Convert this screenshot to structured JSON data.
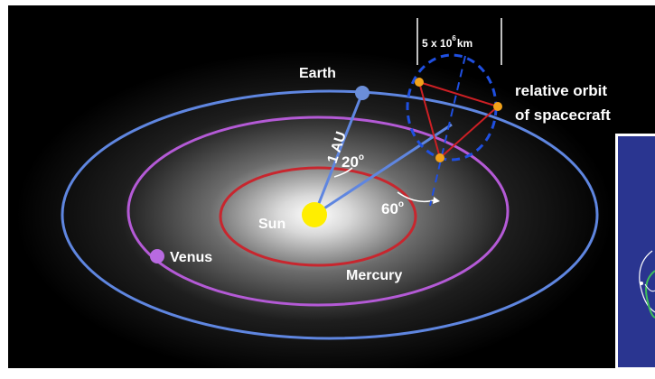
{
  "colors": {
    "background": "#000000",
    "earth_orbit": "#5f86e0",
    "venus_orbit": "#b45ad6",
    "mercury_orbit": "#c8262e",
    "sun": "#ffee00",
    "earth": "#6b8ed8",
    "venus": "#b86ae0",
    "spacecraft": "#f2a21a",
    "formation_triangle": "#cc1f24",
    "relative_orbit": "#1f4fe0",
    "inset_panel": "#2a3590"
  },
  "labels": {
    "earth": "Earth",
    "sun": "Sun",
    "venus": "Venus",
    "mercury": "Mercury",
    "distance": "1 AU",
    "angle_trailing": "20",
    "angle_tilt": "60",
    "degree_mark": "o",
    "scale_prefix": "5 x 10",
    "scale_exponent": "6",
    "scale_unit": "km",
    "relative_orbit_line1": "relative orbit",
    "relative_orbit_line2": "of spacecraft"
  }
}
